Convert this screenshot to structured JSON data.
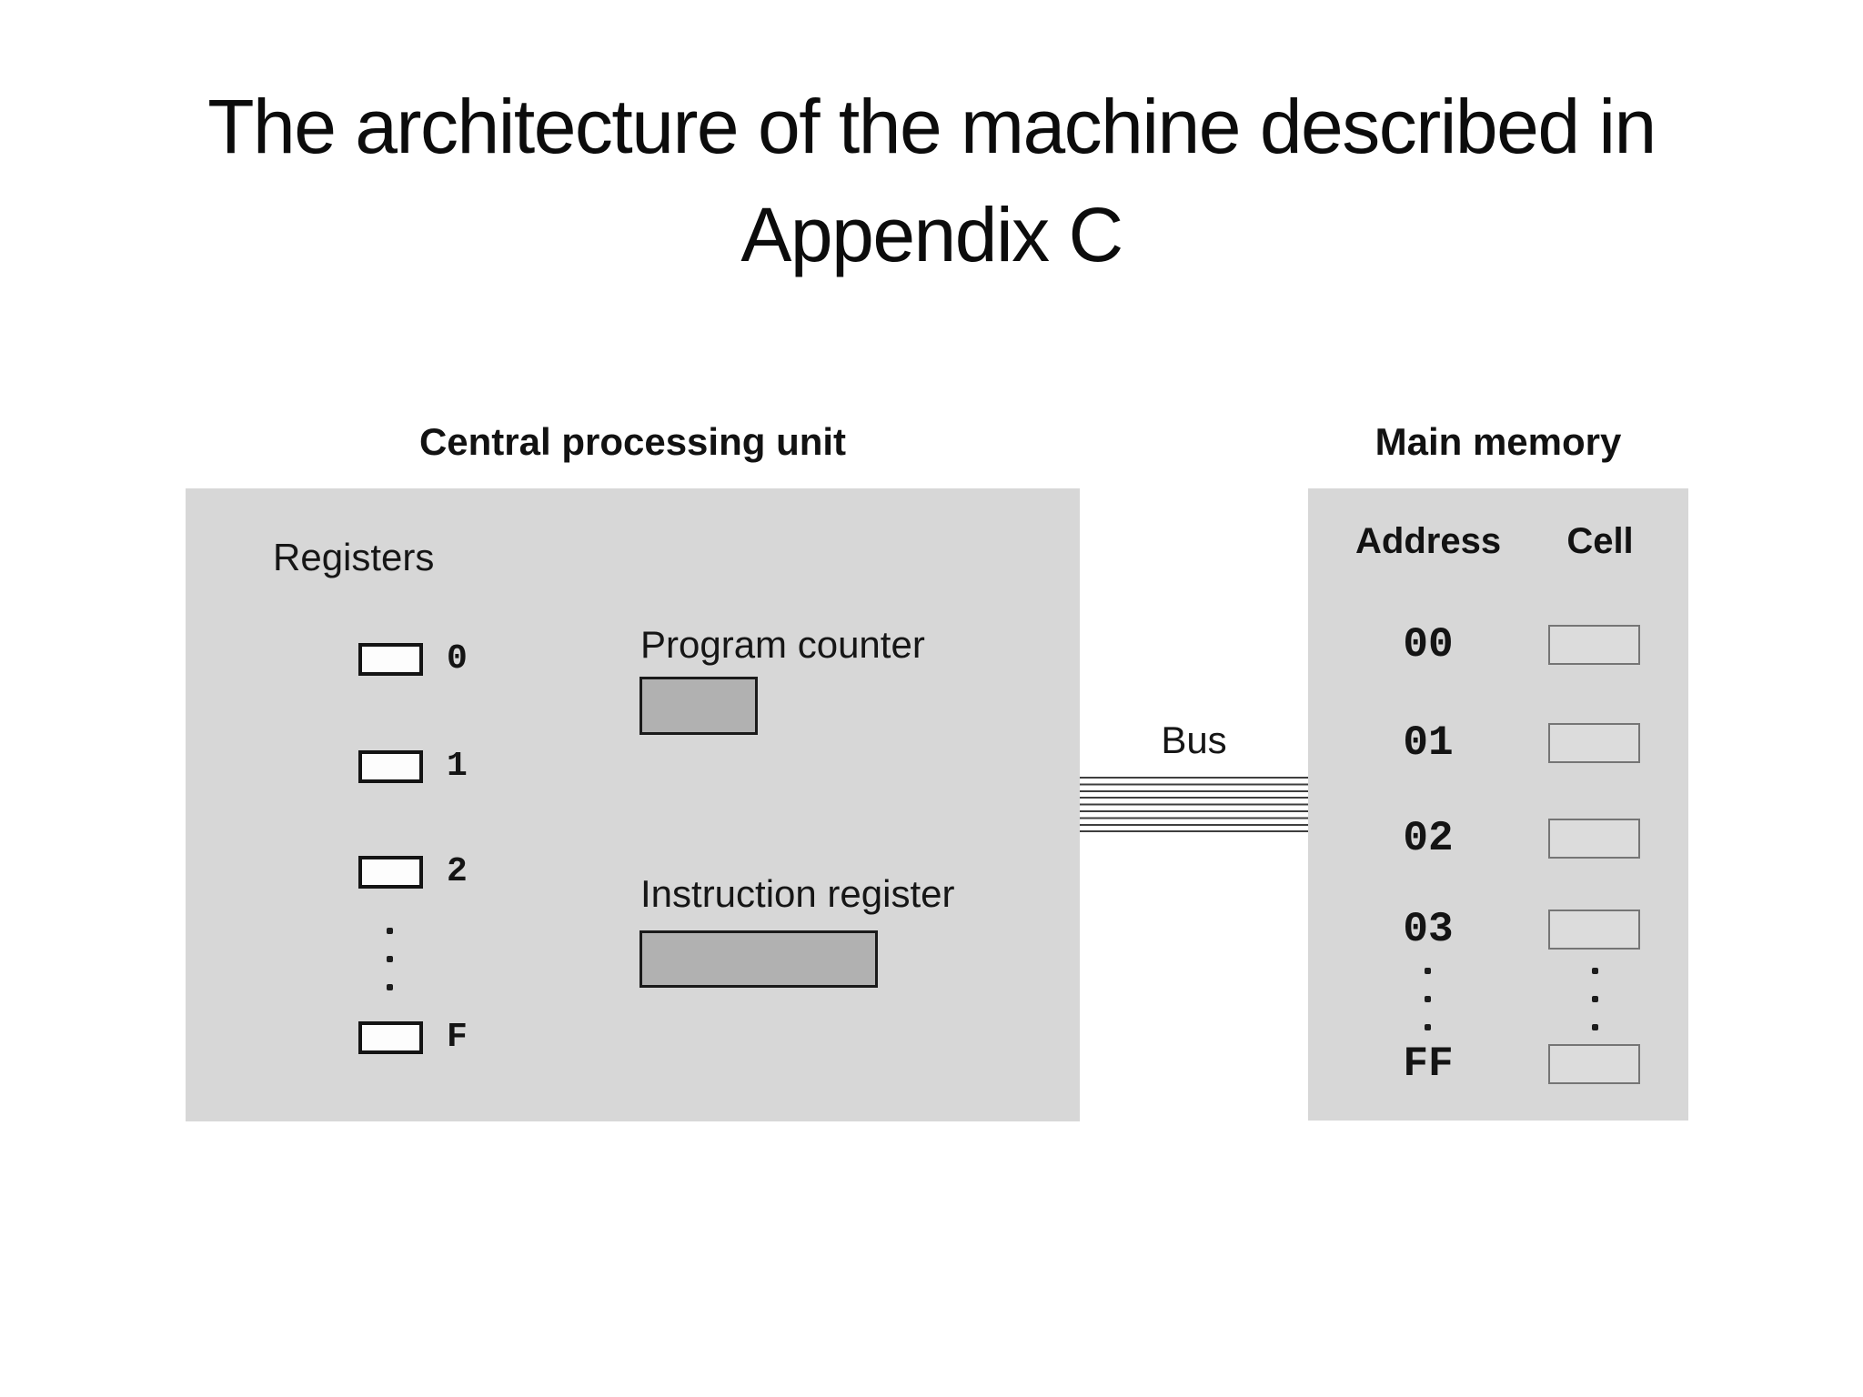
{
  "title": {
    "line1": "The architecture of the machine described in",
    "line2": "Appendix C"
  },
  "cpu": {
    "title": "Central processing unit",
    "registers_label": "Registers",
    "register_labels": [
      "0",
      "1",
      "2",
      "F"
    ],
    "program_counter_label": "Program counter",
    "instruction_register_label": "Instruction register"
  },
  "bus": {
    "label": "Bus"
  },
  "memory": {
    "title": "Main memory",
    "address_header": "Address",
    "cell_header": "Cell",
    "addresses": [
      "00",
      "01",
      "02",
      "03",
      "FF"
    ]
  },
  "colors": {
    "panel_background": "#d7d7d7",
    "pc_ir_fill": "#b1b1b1",
    "dark_border": "#1a1a1a",
    "register_fill": "#fdfdfd",
    "cell_fill": "#dcdcdc",
    "cell_border": "#757575",
    "bus_line": "#3f3f3f",
    "text": "#161616"
  }
}
